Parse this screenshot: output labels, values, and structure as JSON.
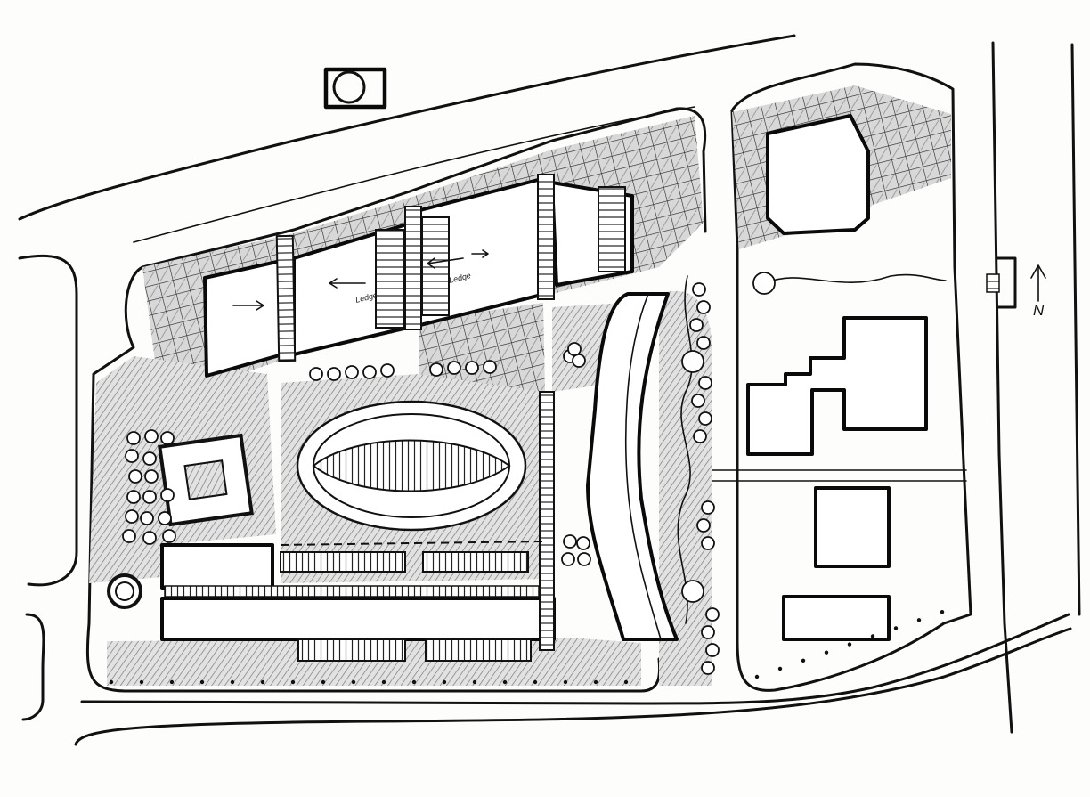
{
  "drawing": {
    "north_label": "N",
    "annotations": [
      "Ledge",
      "Ledge"
    ]
  },
  "colors": {
    "ink": "#111111",
    "paper": "#fdfdfb",
    "tone": "#9a9a9a"
  }
}
